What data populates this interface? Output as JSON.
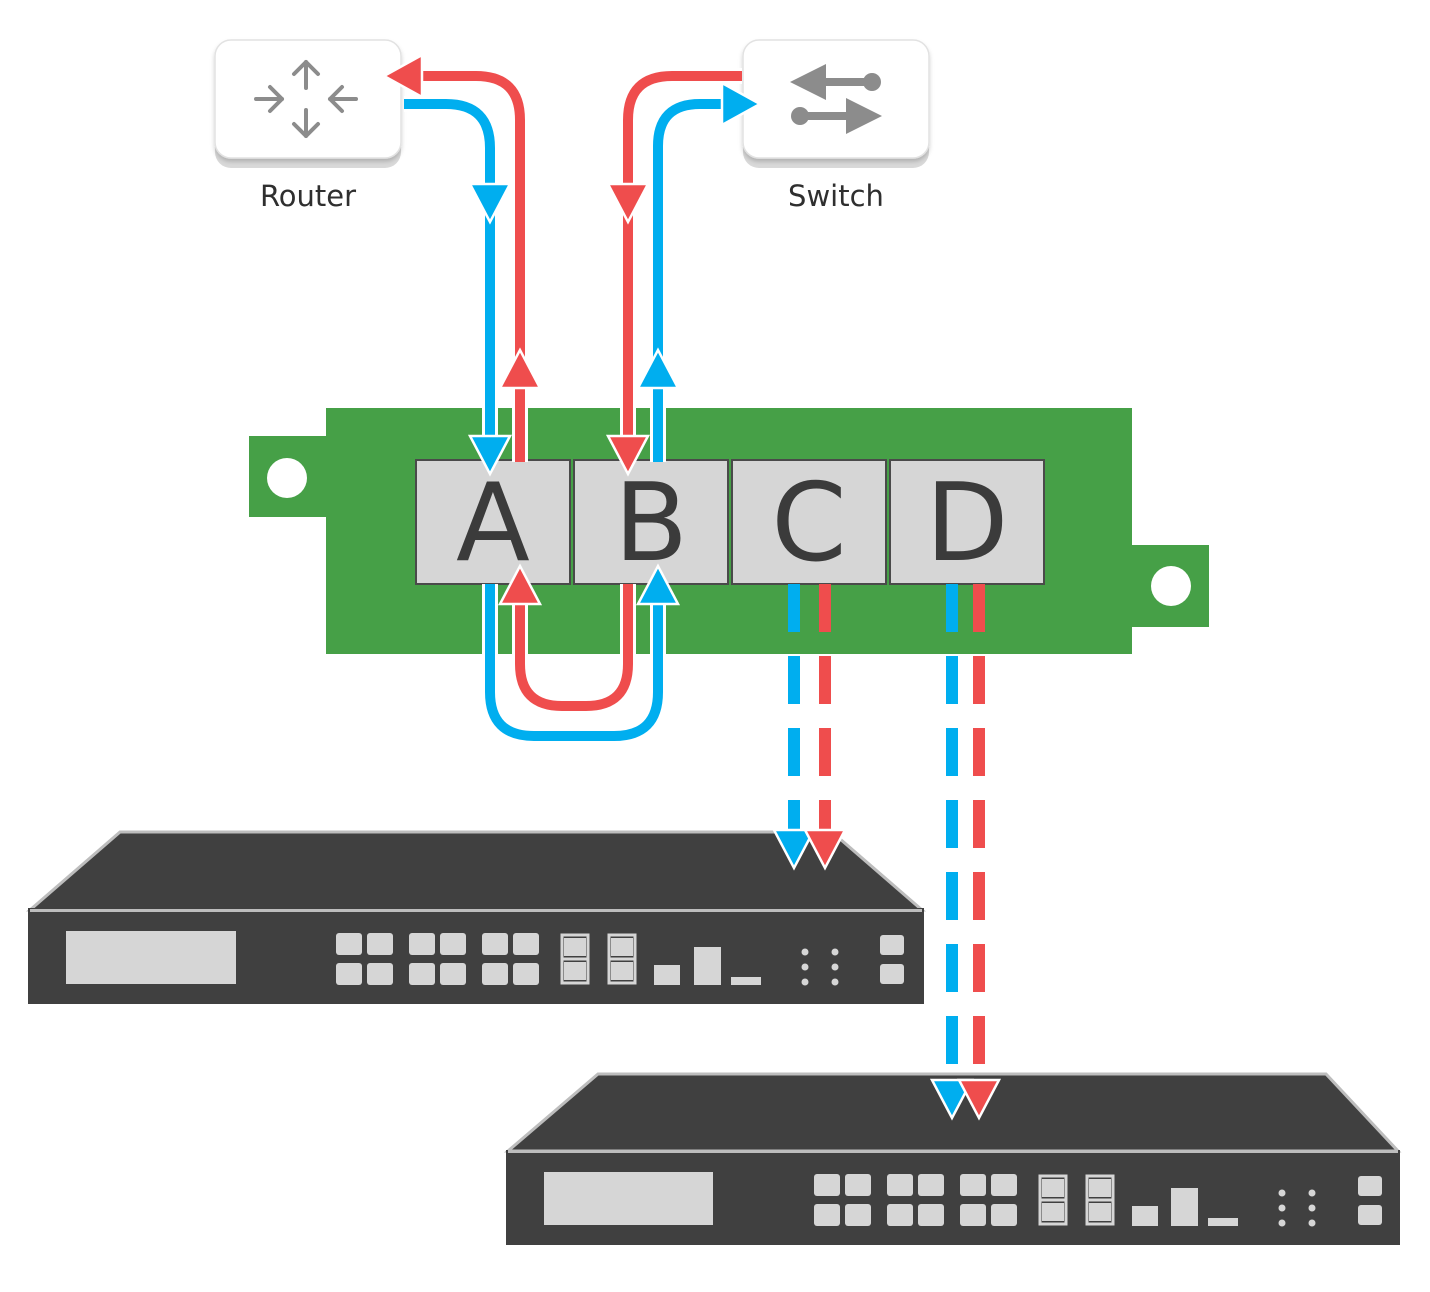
{
  "devices": {
    "router": {
      "label": "Router",
      "icon": "router-icon"
    },
    "switch": {
      "label": "Switch",
      "icon": "switch-icon"
    }
  },
  "tap": {
    "ports": [
      {
        "id": "A",
        "label": "A"
      },
      {
        "id": "B",
        "label": "B"
      },
      {
        "id": "C",
        "label": "C"
      },
      {
        "id": "D",
        "label": "D"
      }
    ]
  },
  "monitors": [
    {
      "id": "monitor-1",
      "icon": "network-appliance-icon"
    },
    {
      "id": "monitor-2",
      "icon": "network-appliance-icon"
    }
  ],
  "colors": {
    "tap_body": "#46a047",
    "port_fill": "#d6d6d6",
    "flow_blue": "#00aeef",
    "flow_red": "#ef4d4d",
    "appliance_body": "#404040",
    "icon_gray": "#8c8c8c"
  }
}
